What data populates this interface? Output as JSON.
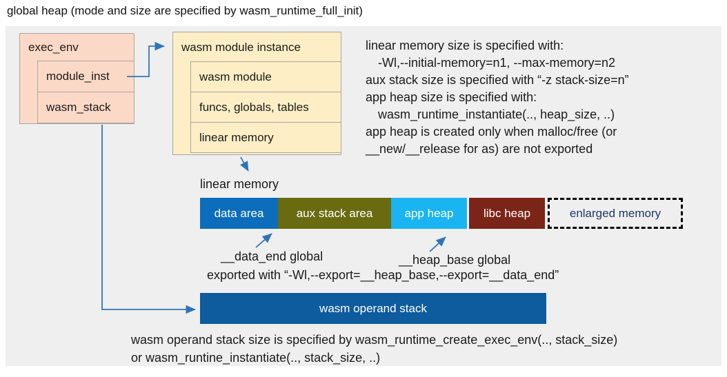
{
  "title": "global heap (mode and size are specified by wasm_runtime_full_init)",
  "exec_env": {
    "title": "exec_env",
    "rows": [
      {
        "label": "module_inst"
      },
      {
        "label": "wasm_stack"
      }
    ]
  },
  "module_instance": {
    "title": "wasm module instance",
    "rows": [
      {
        "label": "wasm module"
      },
      {
        "label": "funcs, globals, tables"
      },
      {
        "label": "linear memory"
      }
    ]
  },
  "notes": {
    "lines": [
      "linear memory size is specified with:",
      "-Wl,--initial-memory=n1, --max-memory=n2",
      "aux stack size is specified with “-z stack-size=n”",
      "app heap size is specified with:",
      "wasm_runtime_instantiate(.., heap_size, ..)",
      "app heap is created only when malloc/free (or",
      "__new/__release for as) are not exported"
    ]
  },
  "linear_memory": {
    "label": "linear memory",
    "segments": [
      {
        "label": "data area",
        "color": "#0b6dbb"
      },
      {
        "label": "aux stack area",
        "color": "#6a6b10"
      },
      {
        "label": "app heap",
        "color": "#19b4f1"
      },
      {
        "label": "libc heap",
        "color": "#7b2418"
      },
      {
        "label": "enlarged memory",
        "color": "transparent"
      }
    ]
  },
  "annotations": {
    "data_end": "__data_end global",
    "heap_base": "__heap_base global",
    "exported": "exported with “-Wl,--export=__heap_base,--export=__data_end”"
  },
  "operand_stack": {
    "label": "wasm operand stack"
  },
  "footer": {
    "lines": [
      "wasm operand stack size is specified by wasm_runtime_create_exec_env(.., stack_size)",
      "or wasm_runtine_instantiate(.., stack_size, ..)"
    ]
  },
  "colors": {
    "panel_bg": "#efefef",
    "exec_env_fill": "#fcd9c6",
    "module_instance_fill": "#fdeec5",
    "box_border": "#a6a6a6",
    "operand_stack_fill": "#0e5b9e",
    "enlarged_text": "#1f3864",
    "arrow": "#2e75b8"
  }
}
